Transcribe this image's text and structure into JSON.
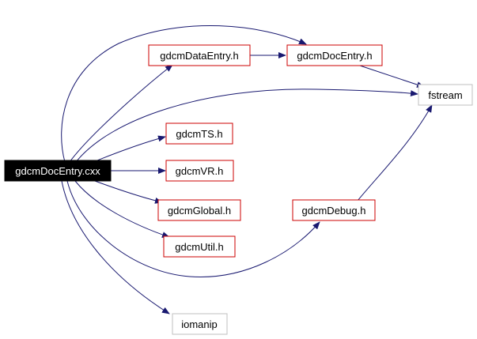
{
  "graph": {
    "nodes": {
      "root": {
        "label": "gdcmDocEntry.cxx",
        "style": "filled"
      },
      "data_entry": {
        "label": "gdcmDataEntry.h",
        "style": "red"
      },
      "doc_entry": {
        "label": "gdcmDocEntry.h",
        "style": "red"
      },
      "fstream": {
        "label": "fstream",
        "style": "gray"
      },
      "ts": {
        "label": "gdcmTS.h",
        "style": "red"
      },
      "vr": {
        "label": "gdcmVR.h",
        "style": "red"
      },
      "global": {
        "label": "gdcmGlobal.h",
        "style": "red"
      },
      "debug": {
        "label": "gdcmDebug.h",
        "style": "red"
      },
      "util": {
        "label": "gdcmUtil.h",
        "style": "red"
      },
      "iomanip": {
        "label": "iomanip",
        "style": "gray"
      }
    },
    "edges": [
      {
        "from": "root",
        "to": "doc_entry"
      },
      {
        "from": "root",
        "to": "data_entry"
      },
      {
        "from": "root",
        "to": "fstream"
      },
      {
        "from": "root",
        "to": "ts"
      },
      {
        "from": "root",
        "to": "vr"
      },
      {
        "from": "root",
        "to": "global"
      },
      {
        "from": "root",
        "to": "util"
      },
      {
        "from": "root",
        "to": "debug"
      },
      {
        "from": "root",
        "to": "iomanip"
      },
      {
        "from": "data_entry",
        "to": "doc_entry"
      },
      {
        "from": "doc_entry",
        "to": "fstream"
      },
      {
        "from": "debug",
        "to": "fstream"
      }
    ],
    "colors": {
      "edge": "#191970",
      "red_border": "#cc0000",
      "gray_border": "#bfbfbf",
      "root_fill": "#000000",
      "root_text": "#ffffff",
      "text": "#000000"
    }
  }
}
